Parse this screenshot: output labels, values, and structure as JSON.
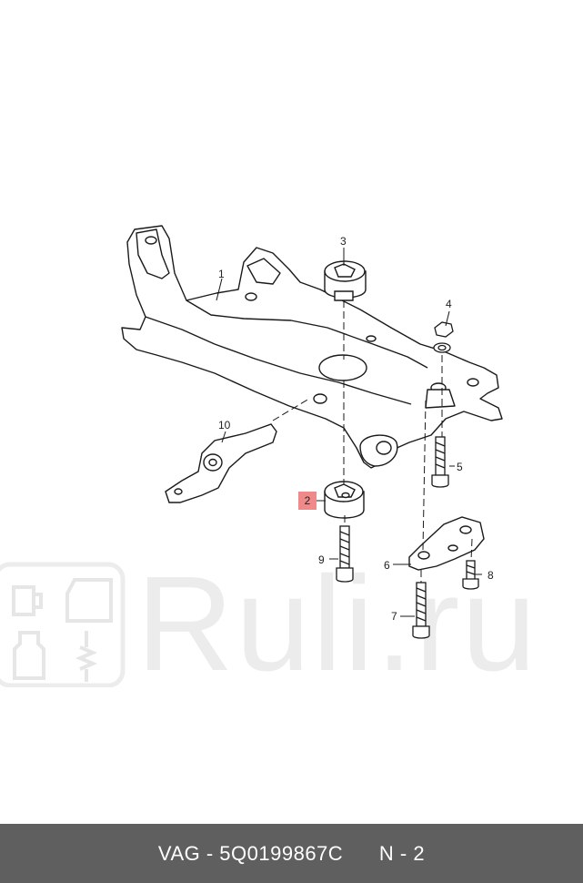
{
  "callouts": {
    "c1": "1",
    "c2": "2",
    "c3": "3",
    "c4": "4",
    "c5": "5",
    "c6": "6",
    "c7": "7",
    "c8": "8",
    "c9": "9",
    "c10": "10"
  },
  "highlight_color": "#f08a8a",
  "watermark": {
    "text": "Ruli.ru",
    "icons": [
      "engine-icon",
      "door-icon",
      "oil-bottle-icon",
      "shock-absorber-icon"
    ]
  },
  "footer": {
    "part_label": "VAG - 5Q0199867C",
    "position_label": "N - 2",
    "background": "#5f5f5f"
  }
}
